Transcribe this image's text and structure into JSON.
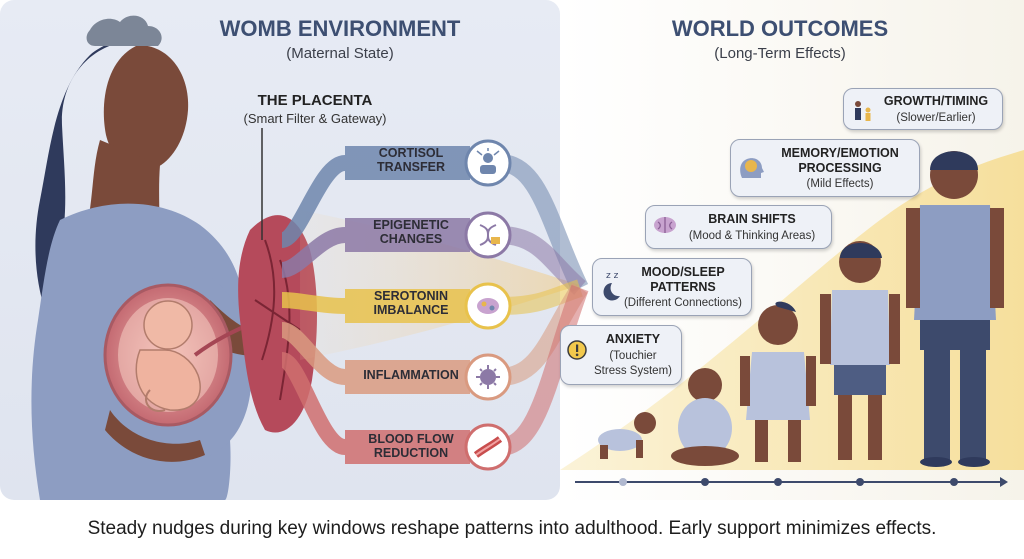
{
  "left_panel": {
    "title": "WOMB ENVIRONMENT",
    "subtitle": "(Maternal State)"
  },
  "right_panel": {
    "title": "WORLD OUTCOMES",
    "subtitle": "(Long-Term Effects)"
  },
  "placenta": {
    "title": "THE PLACENTA",
    "subtitle": "(Smart Filter & Gateway)"
  },
  "pathways": [
    {
      "line1": "CORTISOL",
      "line2": "TRANSFER",
      "icon": "stress-person-icon",
      "color": "#6f86ad"
    },
    {
      "line1": "EPIGENETIC",
      "line2": "CHANGES",
      "icon": "dna-tag-icon",
      "color": "#8c79a6"
    },
    {
      "line1": "SEROTONIN",
      "line2": "IMBALANCE",
      "icon": "brain-neurons-icon",
      "color": "#e8c24c"
    },
    {
      "line1": "INFLAMMATION",
      "line2": "",
      "icon": "virus-icon",
      "color": "#d99a80"
    },
    {
      "line1": "BLOOD FLOW",
      "line2": "REDUCTION",
      "icon": "blood-vessel-icon",
      "color": "#cf6e6e"
    }
  ],
  "outcomes": [
    {
      "title": "GROWTH/TIMING",
      "sub": "(Slower/Earlier)",
      "icon": "parent-child-icon"
    },
    {
      "title": "MEMORY/EMOTION",
      "title2": "PROCESSING",
      "sub": "(Mild Effects)",
      "icon": "head-brain-icon"
    },
    {
      "title": "BRAIN SHIFTS",
      "sub": "(Mood & Thinking Areas)",
      "icon": "brain-icon"
    },
    {
      "title": "MOOD/SLEEP",
      "title2": "PATTERNS",
      "sub": "(Different Connections)",
      "icon": "moon-sleep-icon"
    },
    {
      "title": "ANXIETY",
      "sub": "(Touchier",
      "sub2": "Stress System)",
      "icon": "warning-icon"
    }
  ],
  "caption": "Steady nudges during key windows reshape patterns into adulthood. Early support minimizes effects."
}
